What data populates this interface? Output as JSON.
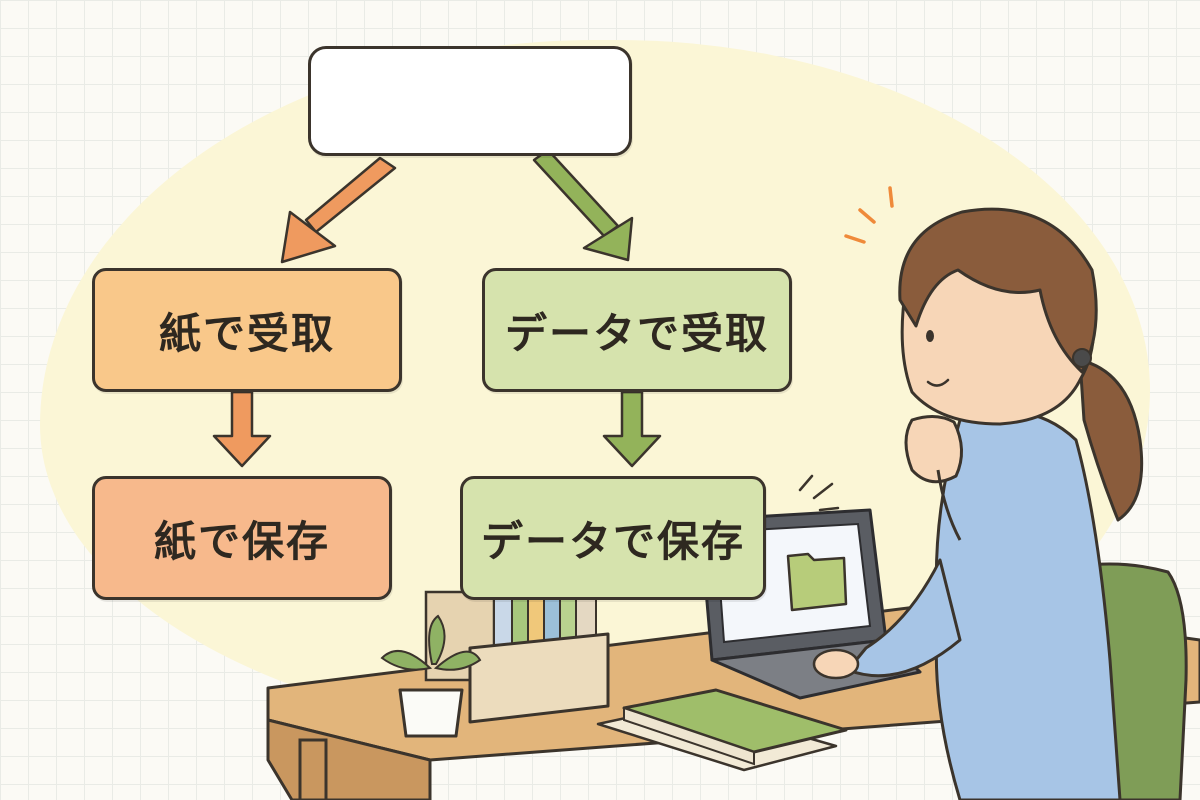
{
  "flowchart": {
    "top_box_text": "",
    "paper_receive": "紙で受取",
    "paper_store": "紙で保存",
    "data_receive": "データで受取",
    "data_store": "データで保存"
  },
  "colors": {
    "paper_receive": "#f9c88a",
    "paper_store": "#f7b98c",
    "data_boxes": "#d6e3ad",
    "paper_arrow": "#ef9a5f",
    "data_arrow": "#93b35a",
    "background_blob": "#fbf6d6"
  },
  "illustration": {
    "person": "woman-thinking-icon",
    "laptop": "laptop-icon",
    "folder": "folder-icon",
    "file_box": "file-box-icon",
    "plant": "potted-plant-icon",
    "books": "books-icon",
    "chair": "chair-icon",
    "desk": "desk-icon"
  }
}
